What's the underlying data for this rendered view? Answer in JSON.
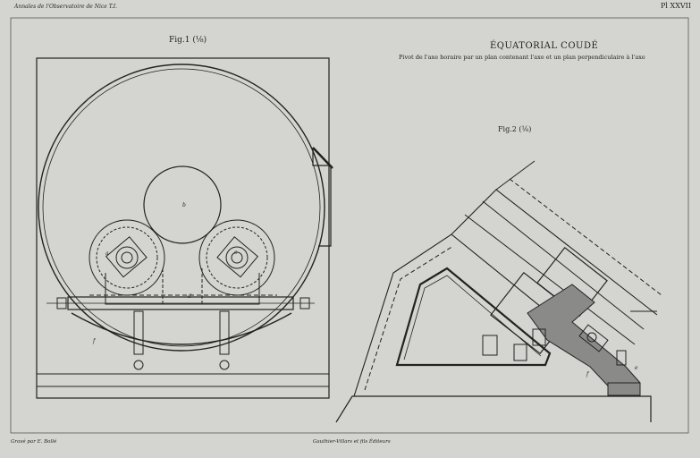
{
  "header": {
    "left": "Annales de l'Observatoire de Nice T.I.",
    "right": "Pl XXVII"
  },
  "plate": {
    "title": "ÉQUATORIAL COUDÉ",
    "subtitle": "Pivot de l'axe horaire par un plan contenant l'axe et un plan perpendiculaire à l'axe",
    "fig1_label": "Fig.1 (⅛)",
    "fig2_label": "Fig.2 (⅛)",
    "fig1_marks": {
      "a": "a",
      "b": "b",
      "c": "c",
      "d": "d",
      "f": "f"
    },
    "fig2_marks": {
      "f": "f",
      "e": "e"
    }
  },
  "footer": {
    "left": "Gravé par E. Bollé",
    "center": "Gauthier-Villars et fils Éditeurs"
  },
  "colors": {
    "paper": "#d4d5d0",
    "ink": "#1f1f1f",
    "shade": "#8a8b88"
  }
}
